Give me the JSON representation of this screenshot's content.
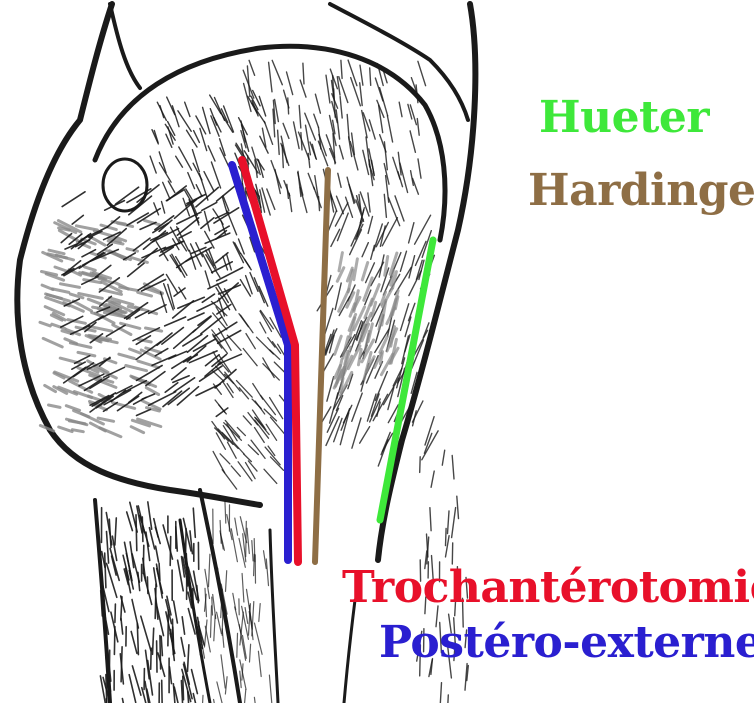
{
  "approaches": [
    {
      "name": "Hueter",
      "color": "#3ee83a"
    },
    {
      "name": "Hardinge",
      "color": "#8e6e45"
    },
    {
      "name": "Trochantérotomie",
      "color": "#e8102a"
    },
    {
      "name": "Postéro-externe",
      "color": "#2a1fd0"
    }
  ],
  "colors": {
    "ink": "#1a1a1a",
    "gray_hatch": "#8a8a8a",
    "background": "#ffffff"
  }
}
